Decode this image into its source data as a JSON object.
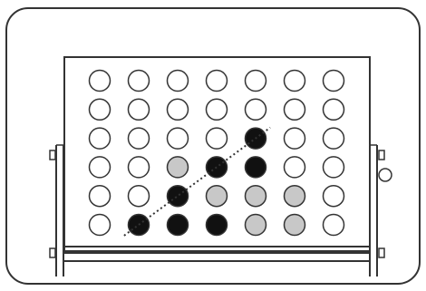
{
  "game": {
    "name": "connect-four",
    "rows": 6,
    "columns": 7,
    "colors": {
      "black": "#111111",
      "gray": "#c8c8c8",
      "empty": "#ffffff",
      "outline": "#333333"
    },
    "board": [
      [
        "empty",
        "empty",
        "empty",
        "empty",
        "empty",
        "empty",
        "empty"
      ],
      [
        "empty",
        "empty",
        "empty",
        "empty",
        "empty",
        "empty",
        "empty"
      ],
      [
        "empty",
        "empty",
        "empty",
        "empty",
        "black",
        "empty",
        "empty"
      ],
      [
        "empty",
        "empty",
        "gray",
        "black",
        "black",
        "empty",
        "empty"
      ],
      [
        "empty",
        "empty",
        "black",
        "gray",
        "gray",
        "gray",
        "empty"
      ],
      [
        "empty",
        "black",
        "black",
        "black",
        "gray",
        "gray",
        "empty"
      ]
    ],
    "winning_line": {
      "style": "dotted",
      "from": {
        "row": 5,
        "col": 1
      },
      "to": {
        "row": 2,
        "col": 4
      }
    }
  }
}
